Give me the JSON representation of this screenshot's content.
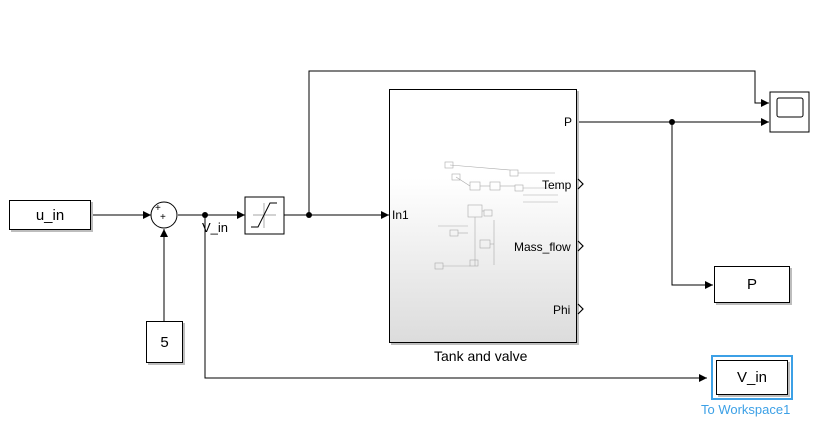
{
  "blocks": {
    "u_in": "u_in",
    "constant": "5",
    "subsystem_name": "Tank and valve",
    "subsystem_in_port": "In1",
    "subsystem_out_ports": [
      "P",
      "Temp",
      "Mass_flow",
      "Phi"
    ],
    "to_workspace_p": "P",
    "to_workspace_v": "V_in",
    "to_workspace_v_name": "To Workspace1"
  },
  "signals": {
    "v_in": "V_in"
  },
  "sum_signs": [
    "+",
    "+"
  ],
  "colors": {
    "selected": "#3ca0e6"
  }
}
